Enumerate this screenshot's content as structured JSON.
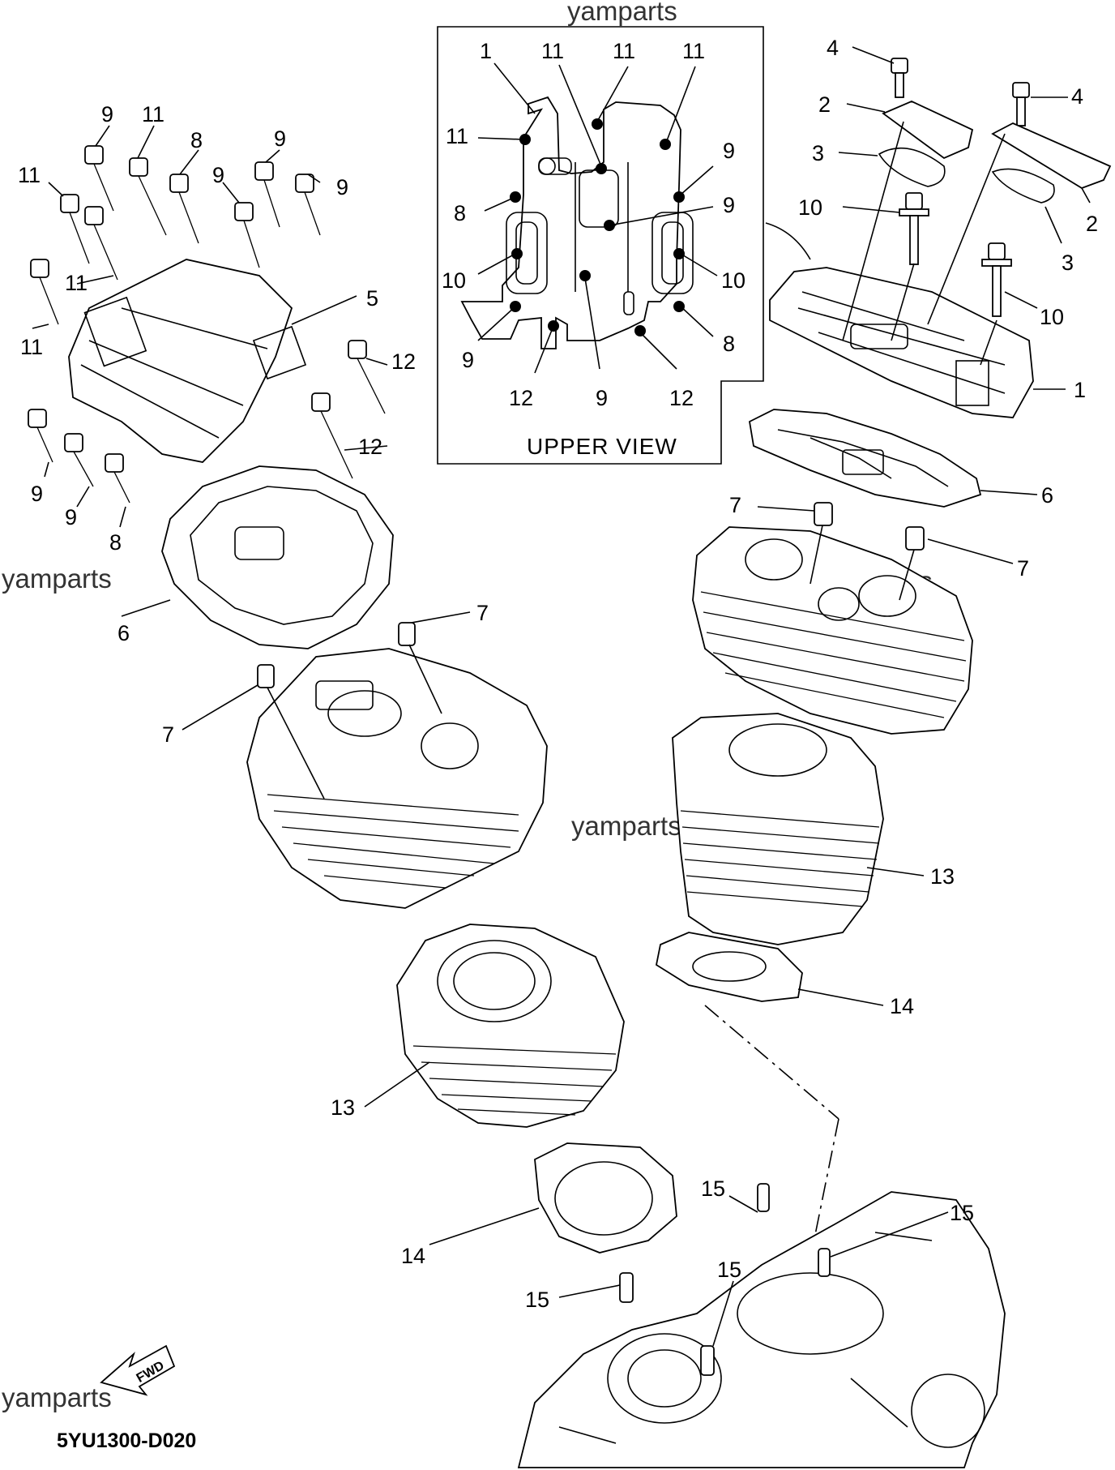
{
  "watermark": "yamparts",
  "diagram_code": "5YU1300-D020",
  "inset": {
    "title": "UPPER VIEW",
    "labels": [
      "1",
      "11",
      "11",
      "11",
      "11",
      "9",
      "8",
      "9",
      "10",
      "10",
      "9",
      "8",
      "12",
      "9",
      "12"
    ]
  },
  "callouts": [
    "4",
    "4",
    "2",
    "2",
    "3",
    "3",
    "10",
    "10",
    "1",
    "6",
    "7",
    "7",
    "9",
    "11",
    "8",
    "9",
    "9",
    "9",
    "11",
    "11",
    "5",
    "11",
    "12",
    "9",
    "9",
    "8",
    "12",
    "6",
    "7",
    "7",
    "13",
    "14",
    "13",
    "14",
    "15",
    "15",
    "15",
    "15"
  ],
  "fwd_label": "FWD"
}
